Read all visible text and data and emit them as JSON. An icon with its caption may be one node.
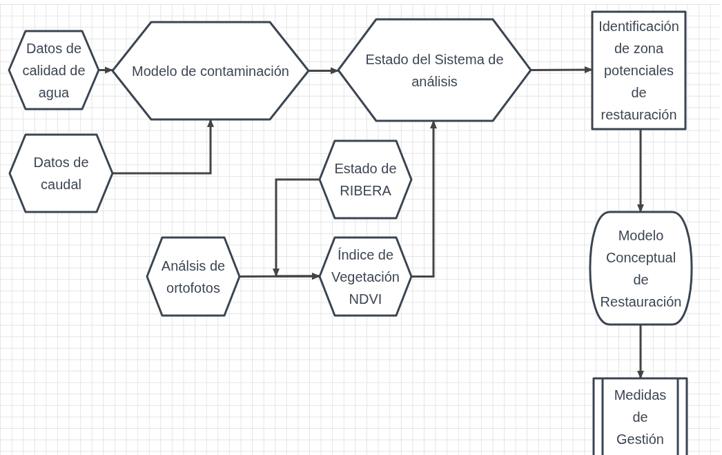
{
  "diagram": {
    "nodes": [
      {
        "text": [
          "Datos de calidad de agua"
        ]
      },
      {
        "text": [
          "Modelo de contaminación"
        ]
      },
      {
        "text": [
          "Datos de caudal"
        ]
      },
      {
        "text": [
          "Estado del Sistema de análisis"
        ]
      },
      {
        "text": [
          "Identificación de zona potenciales de restauración"
        ]
      },
      {
        "text": [
          "Estado de RIBERA"
        ]
      },
      {
        "text": [
          "Análsis de ortofotos"
        ]
      },
      {
        "text": [
          "Índice de Vegetación NDVI"
        ]
      },
      {
        "text": [
          "Modelo Conceptual de Restauración"
        ]
      },
      {
        "text": [
          "Medidas de Gestión"
        ]
      }
    ],
    "edges": [
      {
        "from": 0,
        "to": 1,
        "arrow": "to"
      },
      {
        "from": 1,
        "to": 3,
        "arrow": "to"
      },
      {
        "from": 2,
        "to": 1,
        "arrow": "to"
      },
      {
        "from": 3,
        "to": 4,
        "arrow": "to"
      },
      {
        "from": 5,
        "to": 7,
        "arrow": "to"
      },
      {
        "from": 6,
        "to": 7,
        "arrow": "to"
      },
      {
        "from": 7,
        "to": 3,
        "arrow": "to"
      },
      {
        "from": 4,
        "to": 8,
        "arrow": "to"
      },
      {
        "from": 8,
        "to": 9,
        "arrow": "to"
      }
    ]
  }
}
